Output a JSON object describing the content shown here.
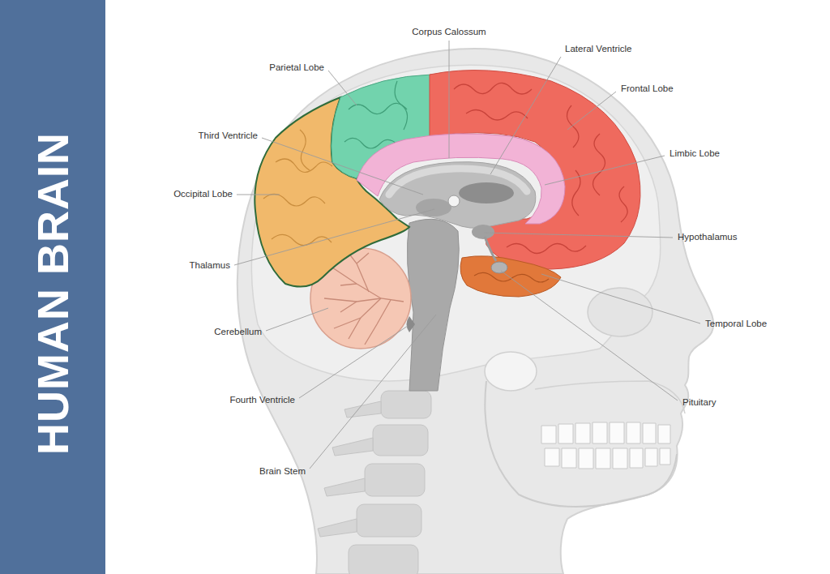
{
  "diagram": {
    "title": "HUMAN BRAIN",
    "labels": [
      "Corpus Calossum",
      "Lateral Ventricle",
      "Parietal Lobe",
      "Frontal Lobe",
      "Third Ventricle",
      "Limbic Lobe",
      "Occipital Lobe",
      "Hypothalamus",
      "Thalamus",
      "Temporal Lobe",
      "Cerebellum",
      "Pituitary",
      "Fourth Ventricle",
      "Brain Stem"
    ]
  }
}
